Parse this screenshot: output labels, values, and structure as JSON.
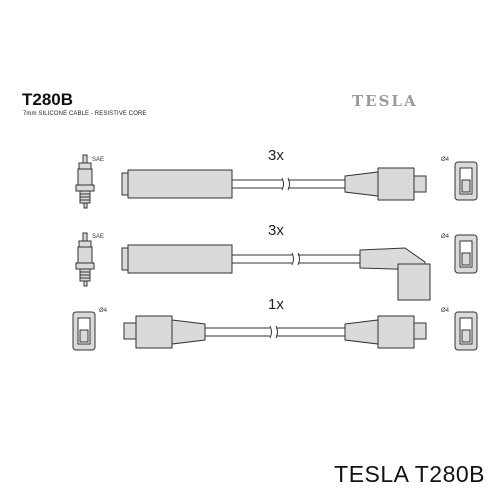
{
  "header": {
    "part_number": "T280B",
    "cable_description": "7mm SILICONE CABLE - RESISTIVE CORE",
    "brand_logo_text": "TESLA"
  },
  "leads": [
    {
      "quantity": "3x",
      "left_end_label": "SAE",
      "right_end_label": "Ø4"
    },
    {
      "quantity": "3x",
      "left_end_label": "SAE",
      "right_end_label": "Ø4"
    },
    {
      "quantity": "1x",
      "left_end_label": "Ø4",
      "right_end_label": "Ø4"
    }
  ],
  "footer": {
    "caption": "TESLA T280B"
  }
}
